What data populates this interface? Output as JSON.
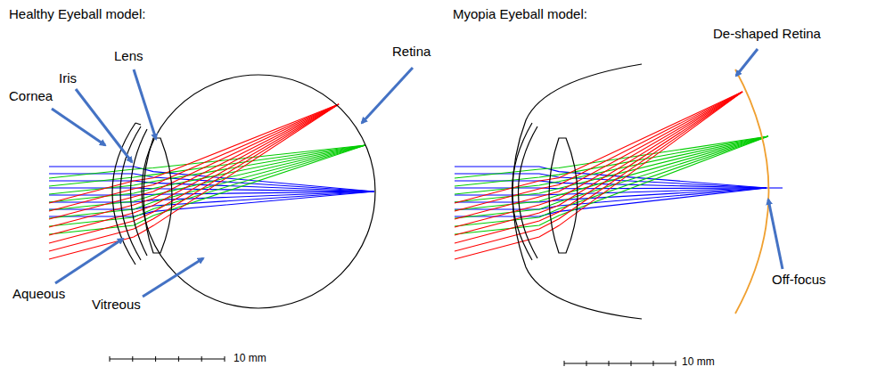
{
  "diagram": {
    "labels": [
      "Healthy Eyeball model:",
      "Cornea",
      "Iris",
      "Lens",
      "Retina",
      "Aqueous",
      "Vitreous",
      "10 mm",
      "Myopia Eyeball model:",
      "De-shaped Retina",
      "Off-focus",
      "10 mm"
    ]
  }
}
